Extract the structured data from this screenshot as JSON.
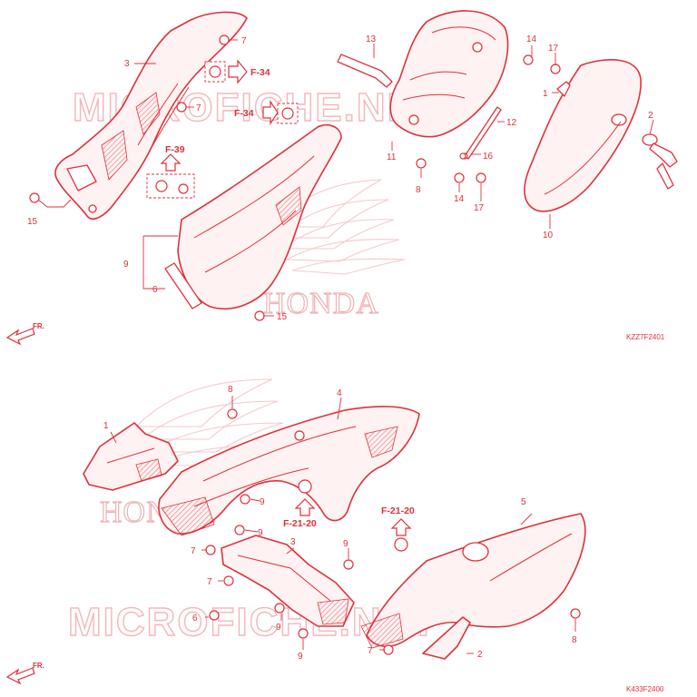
{
  "watermark": {
    "text": "MICROFICHE.NET"
  },
  "brand": {
    "text": "HONDA"
  },
  "diagrams": [
    {
      "code": "KZZ7F2401",
      "direction_label": "FR.",
      "refs": [
        "F-34",
        "F-34",
        "F-39"
      ],
      "labels": [
        "1",
        "2",
        "3",
        "6",
        "7",
        "7",
        "8",
        "9",
        "10",
        "11",
        "12",
        "13",
        "14",
        "14",
        "15",
        "15",
        "16",
        "17",
        "17"
      ]
    },
    {
      "code": "K433F2400",
      "direction_label": "FR.",
      "refs": [
        "F-21-20",
        "F-21-20"
      ],
      "labels": [
        "1",
        "2",
        "3",
        "4",
        "5",
        "6",
        "7",
        "7",
        "7",
        "8",
        "8",
        "9",
        "9",
        "9",
        "9",
        "9"
      ]
    }
  ],
  "colors": {
    "line": "#e0303a",
    "watermark": "#f3b7b9",
    "background": "#ffffff"
  }
}
